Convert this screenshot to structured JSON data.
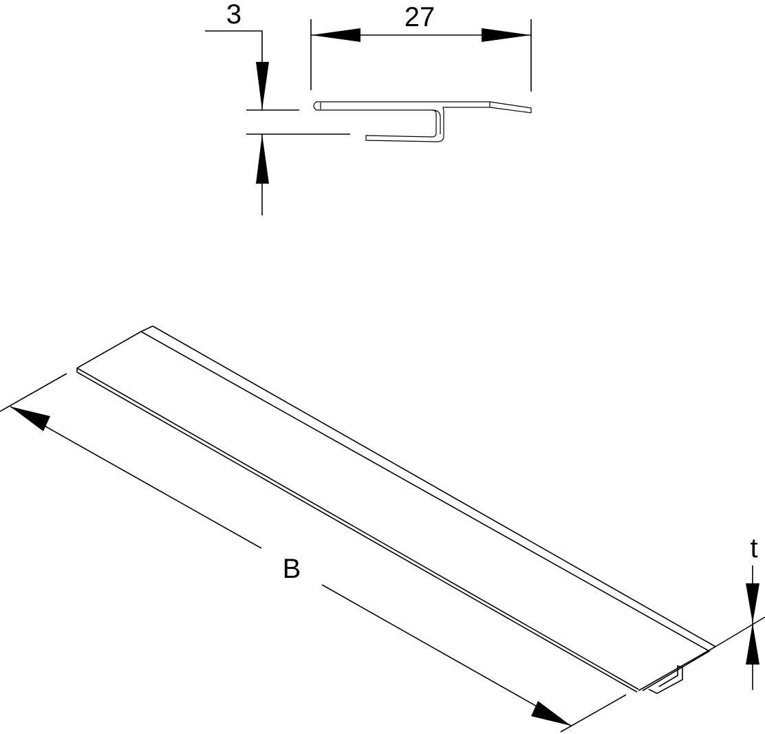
{
  "dimensions": {
    "gap": "3",
    "profile_width": "27",
    "length": "B",
    "thickness": "t"
  },
  "colors": {
    "line": "#000000",
    "background": "#ffffff"
  }
}
